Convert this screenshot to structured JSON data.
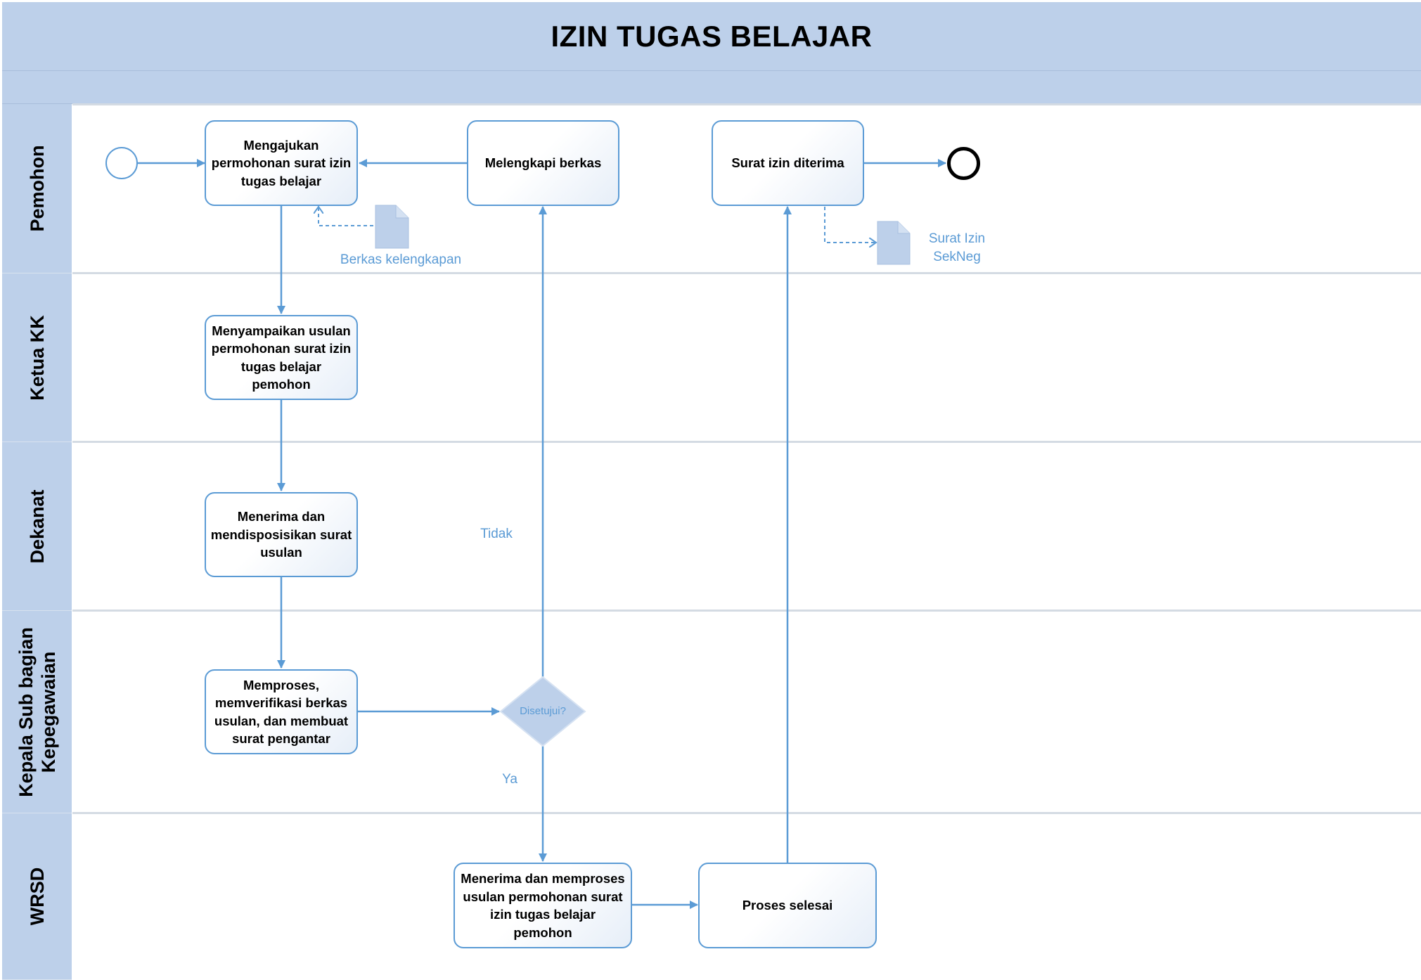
{
  "diagram": {
    "title": "IZIN TUGAS BELAJAR",
    "lanes": [
      "Pemohon",
      "Ketua KK",
      "Dekanat",
      "Kepala Sub bagian Kepegawaian",
      "WRSD"
    ],
    "tasks": {
      "mengajukan": "Mengajukan permohonan surat izin tugas belajar",
      "melengkapi": "Melengkapi berkas",
      "surat_diterima": "Surat izin diterima",
      "menyampaikan": "Menyampaikan usulan permohonan surat izin tugas belajar pemohon",
      "menerima_dekanat": "Menerima dan mendisposisikan surat usulan",
      "memproses": "Memproses, memverifikasi berkas usulan, dan membuat surat pengantar",
      "menerima_wrsd": "Menerima dan memproses usulan permohonan surat izin tugas belajar pemohon",
      "proses_selesai": "Proses selesai"
    },
    "gateway": "Disetujui?",
    "documents": {
      "berkas": "Berkas kelengkapan",
      "surat_izin": "Surat Izin SekNeg"
    },
    "flow_labels": {
      "tidak": "Tidak",
      "ya": "Ya"
    },
    "colors": {
      "lane_header": "#bdd0ea",
      "accent": "#5b9bd5",
      "document": "#bdd0ea"
    }
  }
}
